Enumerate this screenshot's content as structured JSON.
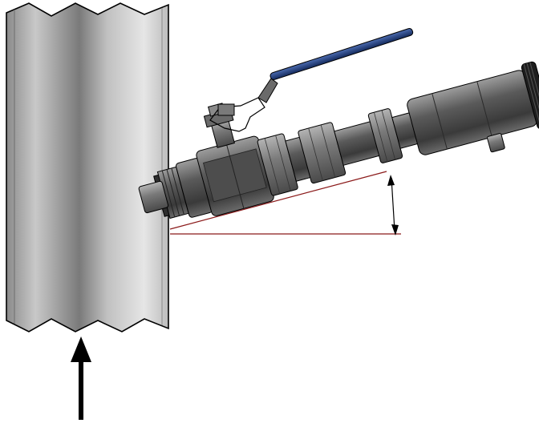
{
  "diagram": {
    "components": [
      {
        "name": "pipe",
        "label": ""
      },
      {
        "name": "flow-arrow",
        "label": ""
      },
      {
        "name": "ball-valve",
        "label": ""
      },
      {
        "name": "valve-handle",
        "label": ""
      },
      {
        "name": "compression-fitting",
        "label": ""
      },
      {
        "name": "sensor-probe",
        "label": ""
      },
      {
        "name": "angle-dimension",
        "label": ""
      }
    ],
    "colors": {
      "background": "#ffffff",
      "pipe_light": "#dcdcdc",
      "pipe_dark": "#7a7a7a",
      "metal_dark": "#3c3c3c",
      "metal_mid": "#5e5e5e",
      "metal_light": "#9a9a9a",
      "handle_blue": "#1f3a73",
      "dimension_line": "#8b1a1a",
      "outline": "#000000"
    }
  }
}
